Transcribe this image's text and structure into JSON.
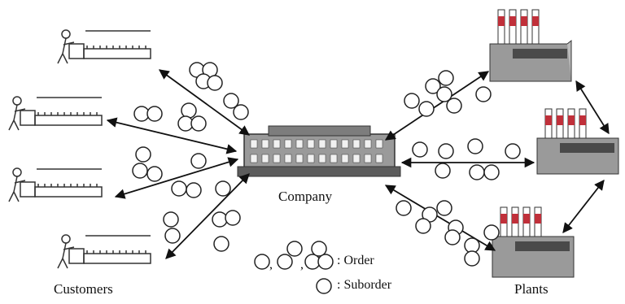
{
  "labels": {
    "customers": "Customers",
    "company": "Company",
    "plants": "Plants"
  },
  "legend": {
    "order_text": ": Order",
    "suborder_text": ": Suborder",
    "order_shapes": "○,○○,○○○ (one to three circles)",
    "suborder_shape": "○ (single circle)"
  },
  "nodes": {
    "customer_count": 4,
    "company_count": 1,
    "plant_count": 3
  },
  "colors": {
    "line": "#111111",
    "building": "#9a9a9a",
    "building_dark": "#4a4a4a",
    "chimney_red": "#c0303a",
    "roof": "#bdbdbd"
  }
}
